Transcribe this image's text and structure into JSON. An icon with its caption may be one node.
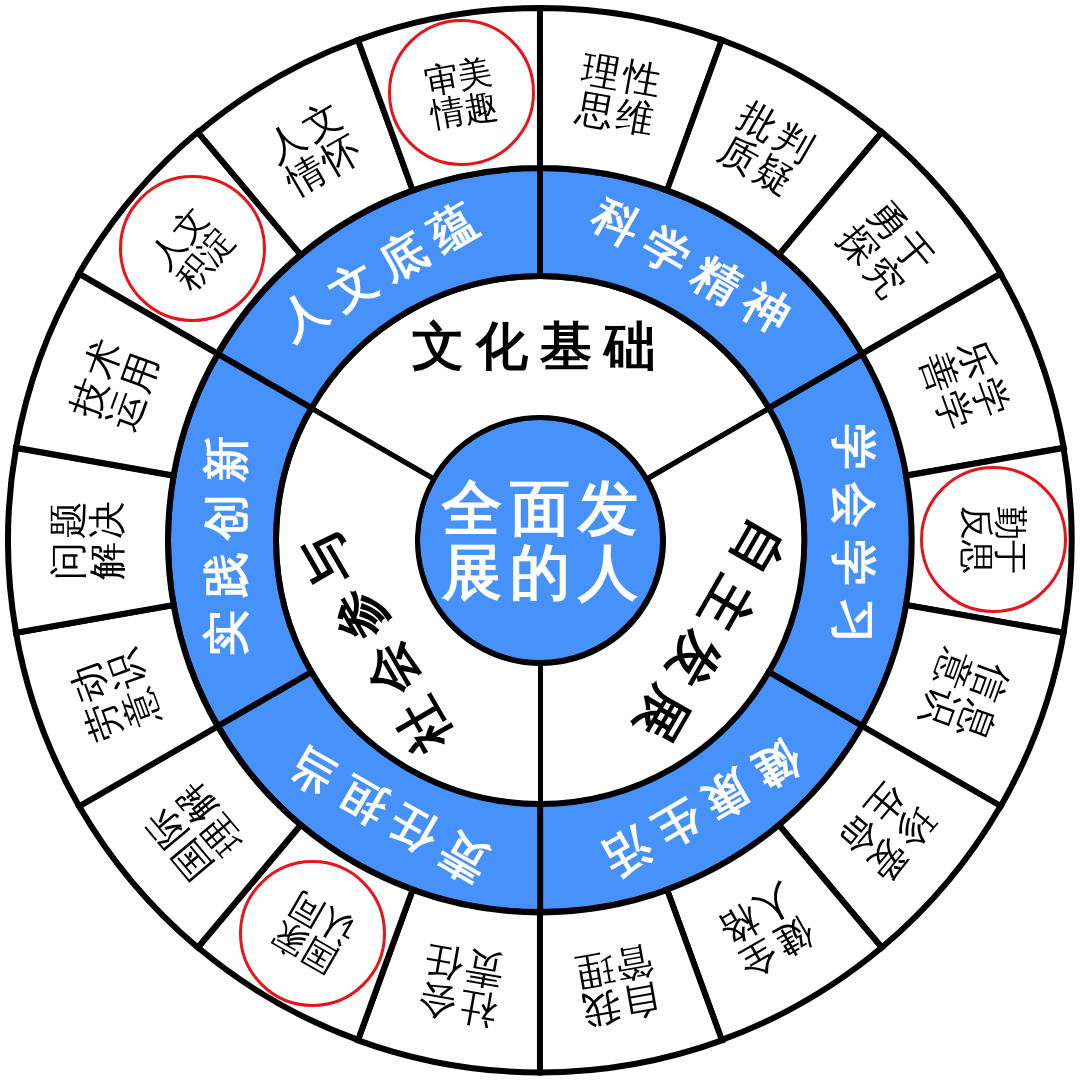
{
  "diagram": {
    "nodes": [
      {
        "text": [
          "全面发展的人"
        ]
      },
      {
        "text": [
          "文化基础"
        ]
      },
      {
        "text": [
          "自主发展"
        ]
      },
      {
        "text": [
          "社会参与"
        ]
      },
      {
        "text": [
          "人文底蕴"
        ]
      },
      {
        "text": [
          "科学精神"
        ]
      },
      {
        "text": [
          "学会学习"
        ]
      },
      {
        "text": [
          "健康生活"
        ]
      },
      {
        "text": [
          "责任担当"
        ]
      },
      {
        "text": [
          "实践创新"
        ]
      },
      {
        "text": [],
        "shape": "segment"
      },
      {
        "text": [
          "人文积淀"
        ],
        "in": 10
      },
      {
        "text": [
          "人文情怀"
        ]
      },
      {
        "text": [],
        "shape": "segment"
      },
      {
        "text": [
          "审美情趣"
        ],
        "in": 13
      },
      {
        "text": [
          "理性思维"
        ]
      },
      {
        "text": [
          "批判质疑"
        ]
      },
      {
        "text": [
          "勇于探究"
        ]
      },
      {
        "text": [
          "乐学善学"
        ]
      },
      {
        "text": [],
        "shape": "segment"
      },
      {
        "text": [
          "勤于反思"
        ],
        "in": 19
      },
      {
        "text": [
          "信息意识"
        ]
      },
      {
        "text": [
          "珍爱生命"
        ]
      },
      {
        "text": [
          "健全人格"
        ]
      },
      {
        "text": [
          "自我管理"
        ]
      },
      {
        "text": [
          "社会责任"
        ]
      },
      {
        "text": [],
        "shape": "segment"
      },
      {
        "text": [
          "国家认同"
        ],
        "in": 26
      },
      {
        "text": [
          "国际理解"
        ]
      },
      {
        "text": [
          "劳动意识"
        ]
      },
      {
        "text": [
          "问题解决"
        ]
      },
      {
        "text": [
          "技术运用"
        ]
      }
    ]
  }
}
